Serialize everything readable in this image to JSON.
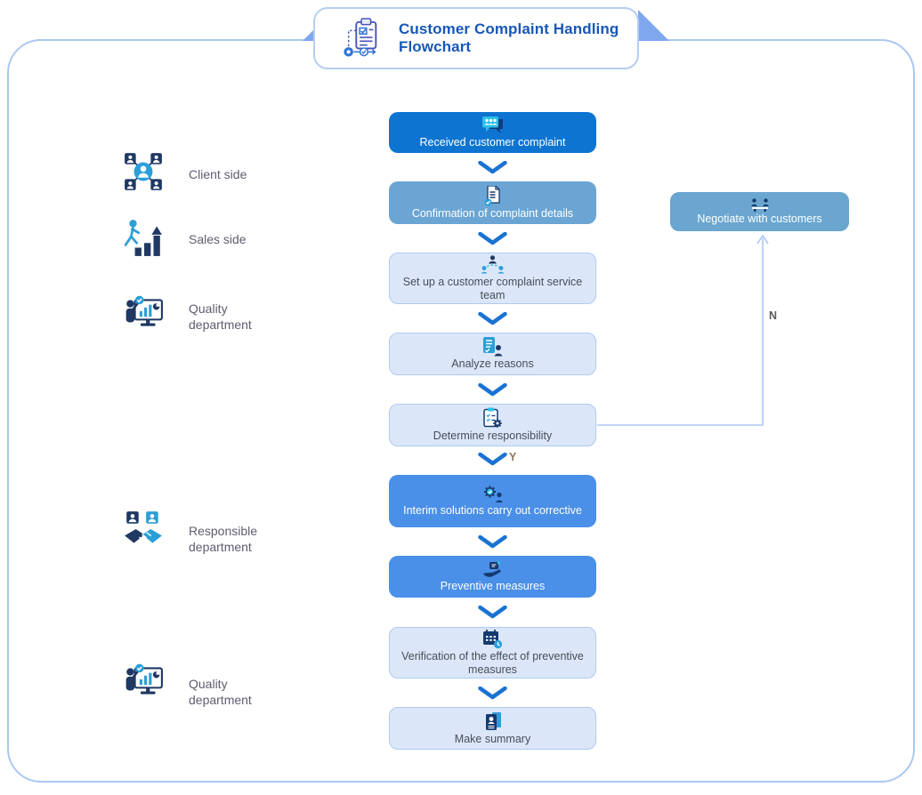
{
  "title": {
    "text": "Customer Complaint Handling Flowchart",
    "icon": "clipboard-workflow-icon"
  },
  "legend": {
    "rows": [
      {
        "icon": "client-network-icon",
        "label": "Client side"
      },
      {
        "icon": "sales-growth-icon",
        "label": "Sales side"
      },
      {
        "icon": "quality-presenter-icon",
        "label": "Quality department"
      },
      {
        "icon": "responsible-handshake-icon",
        "label": "Responsible department"
      },
      {
        "icon": "quality-presenter-icon",
        "label": "Quality department"
      }
    ]
  },
  "flow": {
    "steps": [
      {
        "label": "Received customer complaint",
        "variant": "primary",
        "icon": "chat-users-icon"
      },
      {
        "label": "Confirmation of complaint details",
        "variant": "steel",
        "icon": "document-check-icon"
      },
      {
        "label": "Set up a customer complaint service team",
        "variant": "light",
        "icon": "team-network-icon"
      },
      {
        "label": "Analyze reasons",
        "variant": "light",
        "icon": "report-person-icon"
      },
      {
        "label": "Determine responsibility",
        "variant": "light",
        "icon": "clipboard-gear-icon"
      },
      {
        "label": "Interim solutions carry out corrective",
        "variant": "accent",
        "icon": "gear-check-person-icon"
      },
      {
        "label": "Preventive measures",
        "variant": "accent",
        "icon": "hand-care-icon"
      },
      {
        "label": "Verification of the effect of preventive measures",
        "variant": "light",
        "icon": "calendar-clock-icon"
      },
      {
        "label": "Make summary",
        "variant": "light",
        "icon": "summary-cards-icon"
      }
    ],
    "decision": {
      "yes_label": "Y",
      "no_label": "N"
    }
  },
  "branch": {
    "negotiate": {
      "label": "Negotiate with customers",
      "icon": "negotiation-icon"
    }
  },
  "colors": {
    "frame_border": "#abc8f2",
    "title_text": "#1757b8",
    "ribbon": "#7fa8ef",
    "step_primary": "#0e74d1",
    "step_steel": "#6ba5d4",
    "step_accent": "#4a8fe8",
    "step_light_bg": "#dbe7f8",
    "step_light_border": "#aec9f0",
    "negotiate_bg": "#6aa6cf",
    "arrow_chevron": "#1a73d2",
    "connector_line": "#abc7f1",
    "icon_navy": "#1f3864",
    "icon_cyan": "#29a5de",
    "legend_text": "#5d5d70"
  }
}
